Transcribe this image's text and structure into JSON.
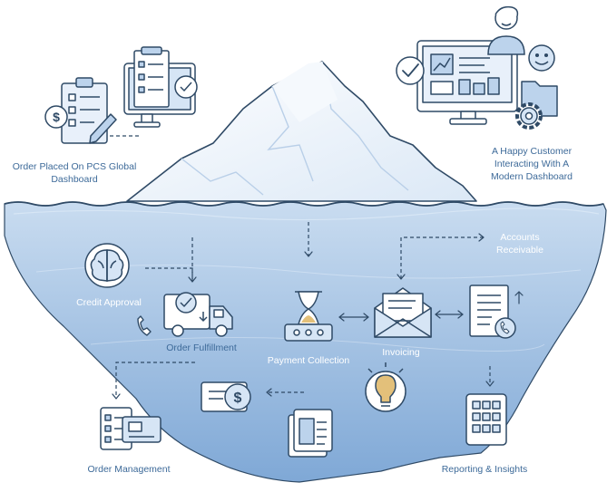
{
  "labels": {
    "order_placed_1": "Order Placed On PCS Global",
    "order_placed_2": "Dashboard",
    "happy_customer_1": "A Happy Customer",
    "happy_customer_2": "Interacting With A",
    "happy_customer_3": "Modern Dashboard",
    "accounts_receivable_1": "Accounts",
    "accounts_receivable_2": "Receivable",
    "credit_approval": "Credit Approval",
    "order_fulfillment": "Order Fulfillment",
    "payment_collection": "Payment Collection",
    "invoicing": "Invoicing",
    "order_management": "Order Management",
    "reporting_insights": "Reporting & Insights"
  },
  "icons": {
    "invoice_symbol": "$",
    "payment_symbol": "$"
  },
  "colors": {
    "water_light": "#c9dcf0",
    "water_deep": "#7fa8d6",
    "ice": "#eaf2fb",
    "line": "#2f4a66",
    "icon_fill": "#d6e5f5",
    "label_dark": "#3d6a99"
  }
}
